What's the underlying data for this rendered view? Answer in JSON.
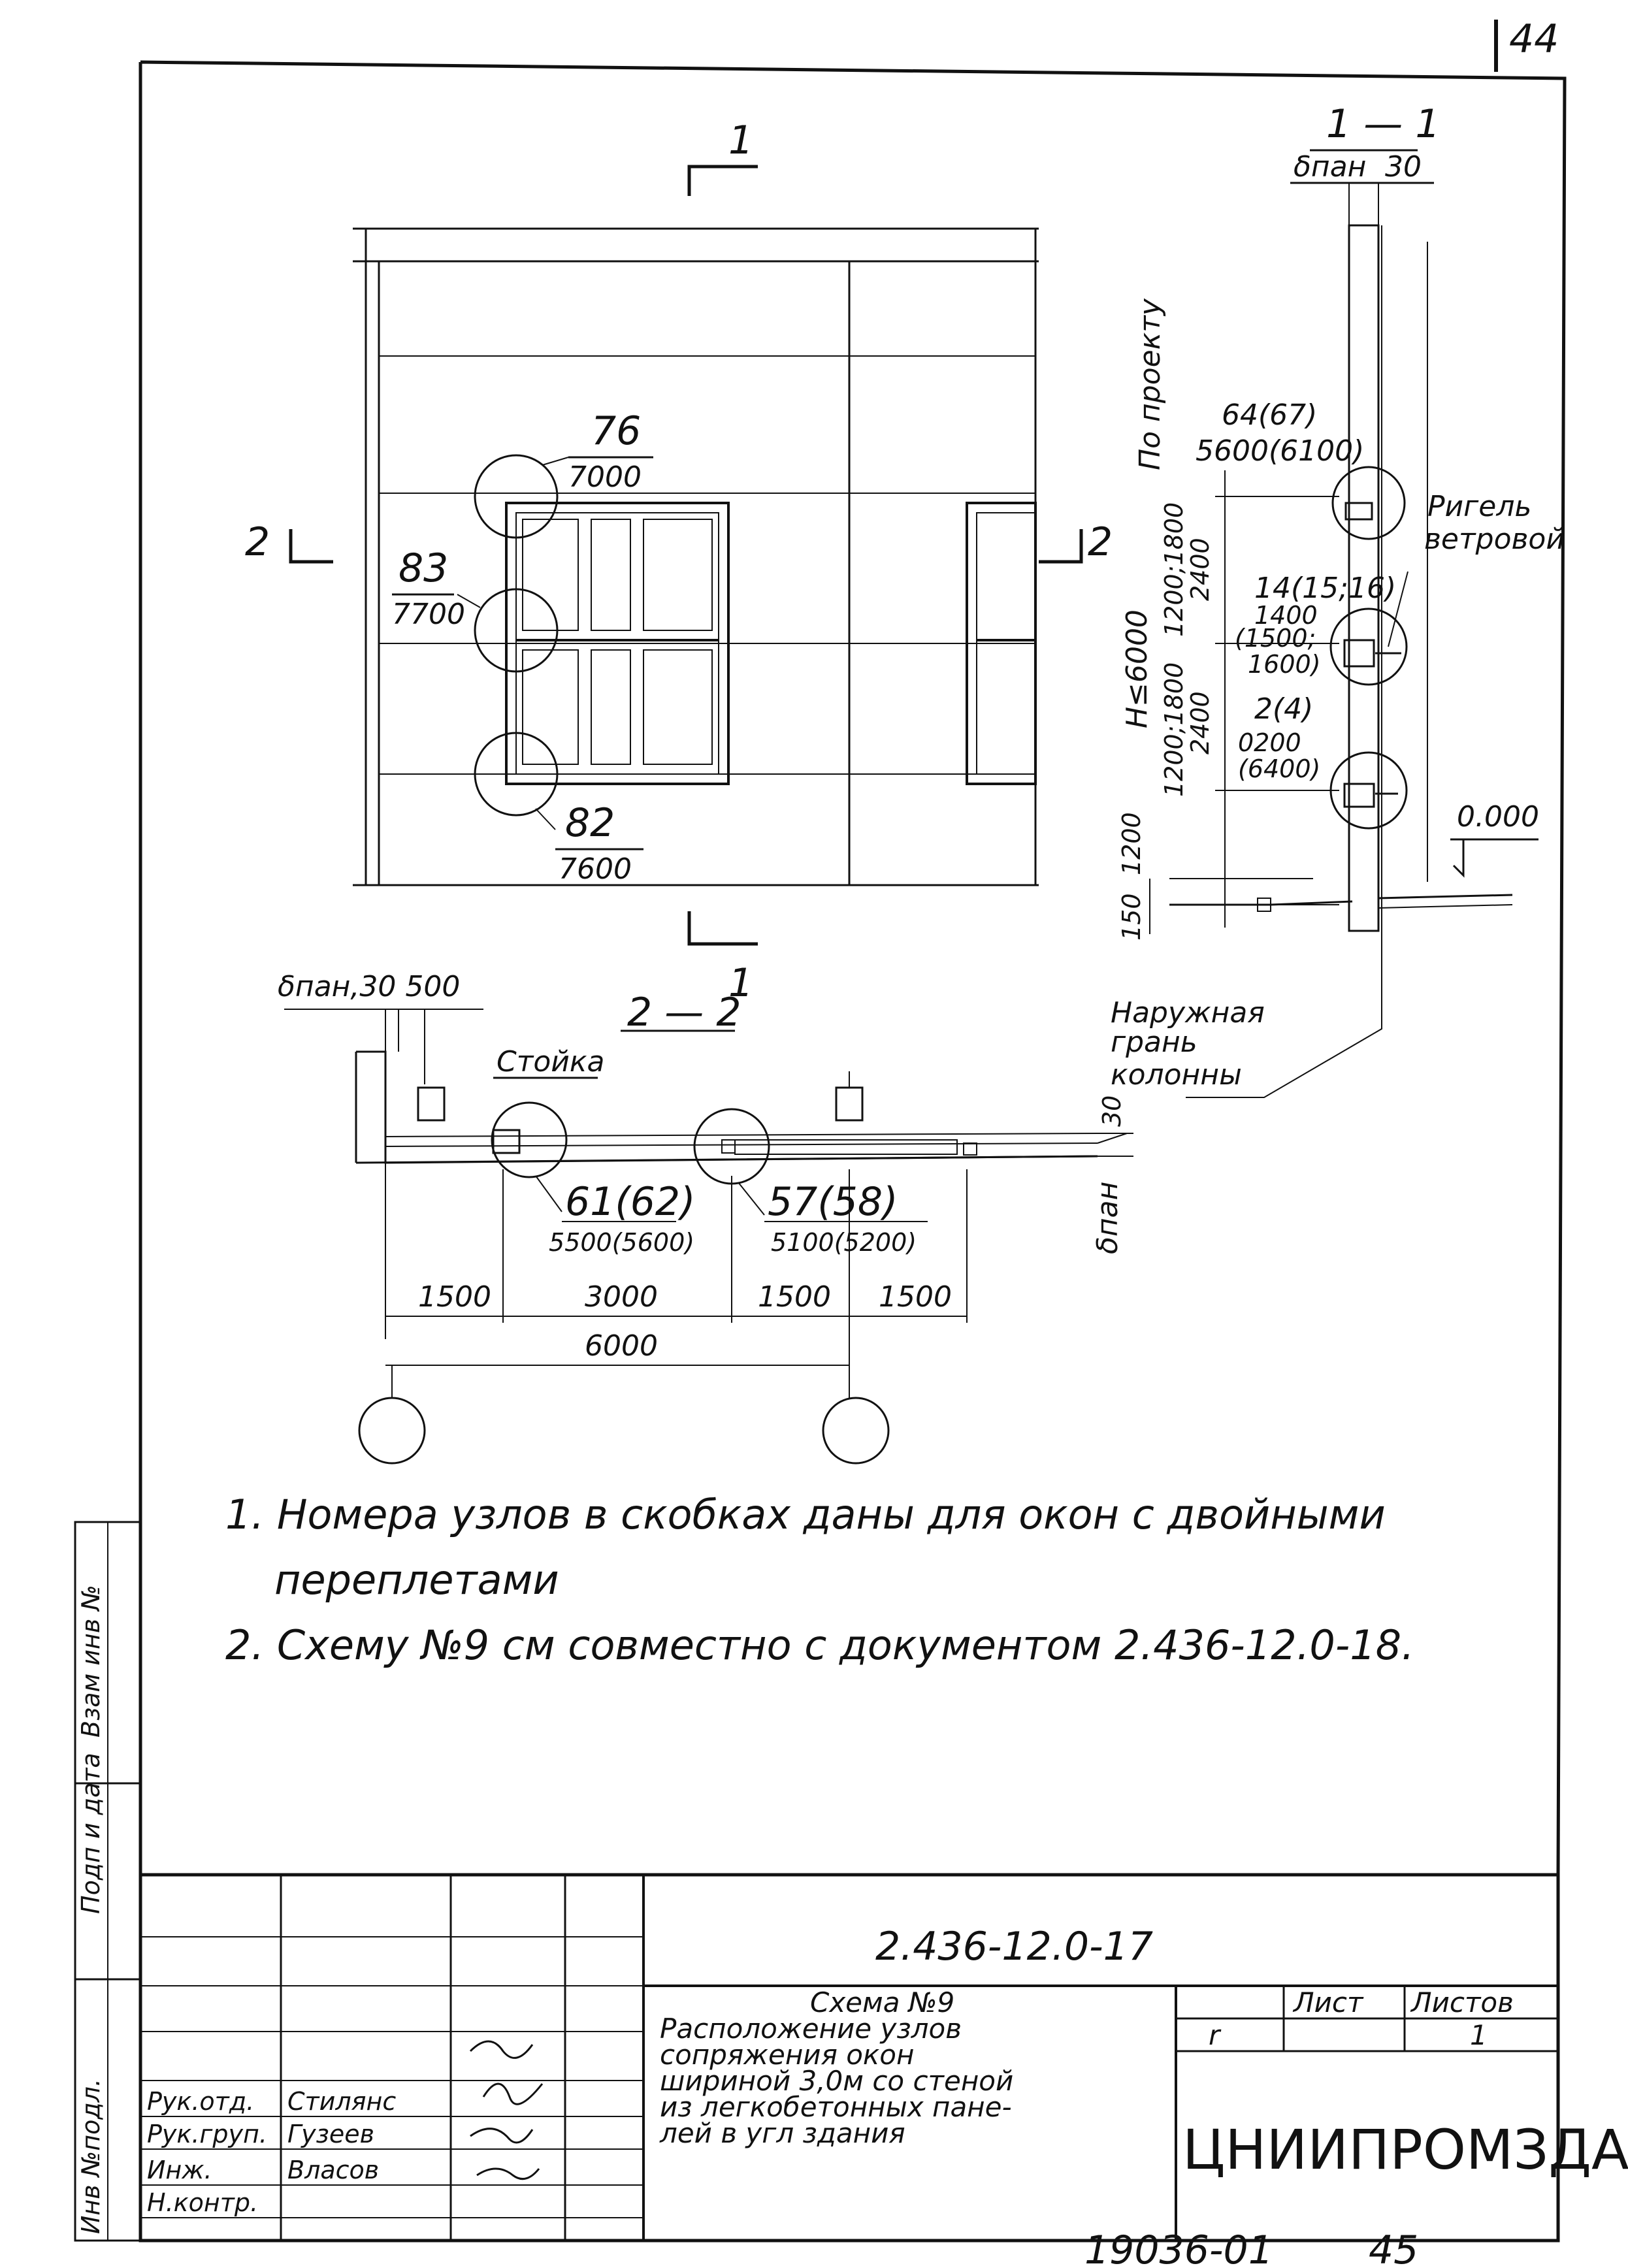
{
  "sheet_number": "44",
  "bottom_number": "45",
  "document_code": "2.436-12.0-17",
  "archive_code": "19036-01",
  "organization": "ЦНИИПРОМЗДАНИЙ",
  "elevation": {
    "section_mark_top": "1",
    "section_mark_bottom": "1",
    "section_mark_left": "2",
    "section_mark_right": "2",
    "node_76": "76",
    "node_76_sheet": "7000",
    "node_83": "83",
    "node_83_sheet": "7700",
    "node_82": "82",
    "node_82_sheet": "7600"
  },
  "section_1_1": {
    "title": "1 — 1",
    "delta_pan": "δпан",
    "dim_30": "30",
    "po_proektu": "По проекту",
    "node_64": "64(67)",
    "node_64_sheet": "5600(6100)",
    "rigel": "Ригель",
    "vetrovoi": "ветровой",
    "node_14": "14(15;16)",
    "node_14_a": "1400",
    "node_14_b": "(1500;",
    "node_14_c": "1600)",
    "node_2": "2(4)",
    "node_2_a": "0200",
    "node_2_b": "(6400)",
    "h_total": "H≤6000",
    "dim_upper": "1200;1800",
    "dim_upper_b": "2400",
    "dim_lower": "1200;1800",
    "dim_lower_b": "2400",
    "dim_1200": "1200",
    "dim_150": "150",
    "level": "0.000"
  },
  "section_2_2": {
    "title": "2 — 2",
    "header_dims": "δпан,30 500",
    "stoika": "Стойка",
    "naruzhnaya": "Наружная",
    "gran": "грань",
    "kolonny": "колонны",
    "dim_30": "30",
    "delta_pan": "δпан",
    "node_61": "61(62)",
    "node_61_sheet": "5500(5600)",
    "node_57": "57(58)",
    "node_57_sheet": "5100(5200)",
    "dims": [
      "1500",
      "3000",
      "1500",
      "1500"
    ],
    "dim_total": "6000"
  },
  "notes": [
    "1. Номера узлов в скобках даны для окон с двойными",
    "переплетами",
    "2. Схему №9 см совместно с документом 2.436-12.0-18."
  ],
  "side_stamp": [
    "Инв №подл.",
    "Подп и дата",
    "Взам инв №"
  ],
  "title_block": {
    "title_line1": "Схема №9",
    "title_line2": "Расположение узлов",
    "title_line3": "сопряжения окон",
    "title_line4": "шириной 3,0м со стеной",
    "title_line5": "из легкобетонных пане-",
    "title_line6": "лей в угл здания",
    "list_label": "Лист",
    "lists_label": "Листов",
    "stage": "r",
    "lists_value": "1",
    "roles": [
      "Рук.отд.",
      "Рук.груп.",
      "Инж.",
      "Н.контр."
    ],
    "names": [
      "Стилянс",
      "Гузеев",
      "Власов",
      ""
    ]
  }
}
